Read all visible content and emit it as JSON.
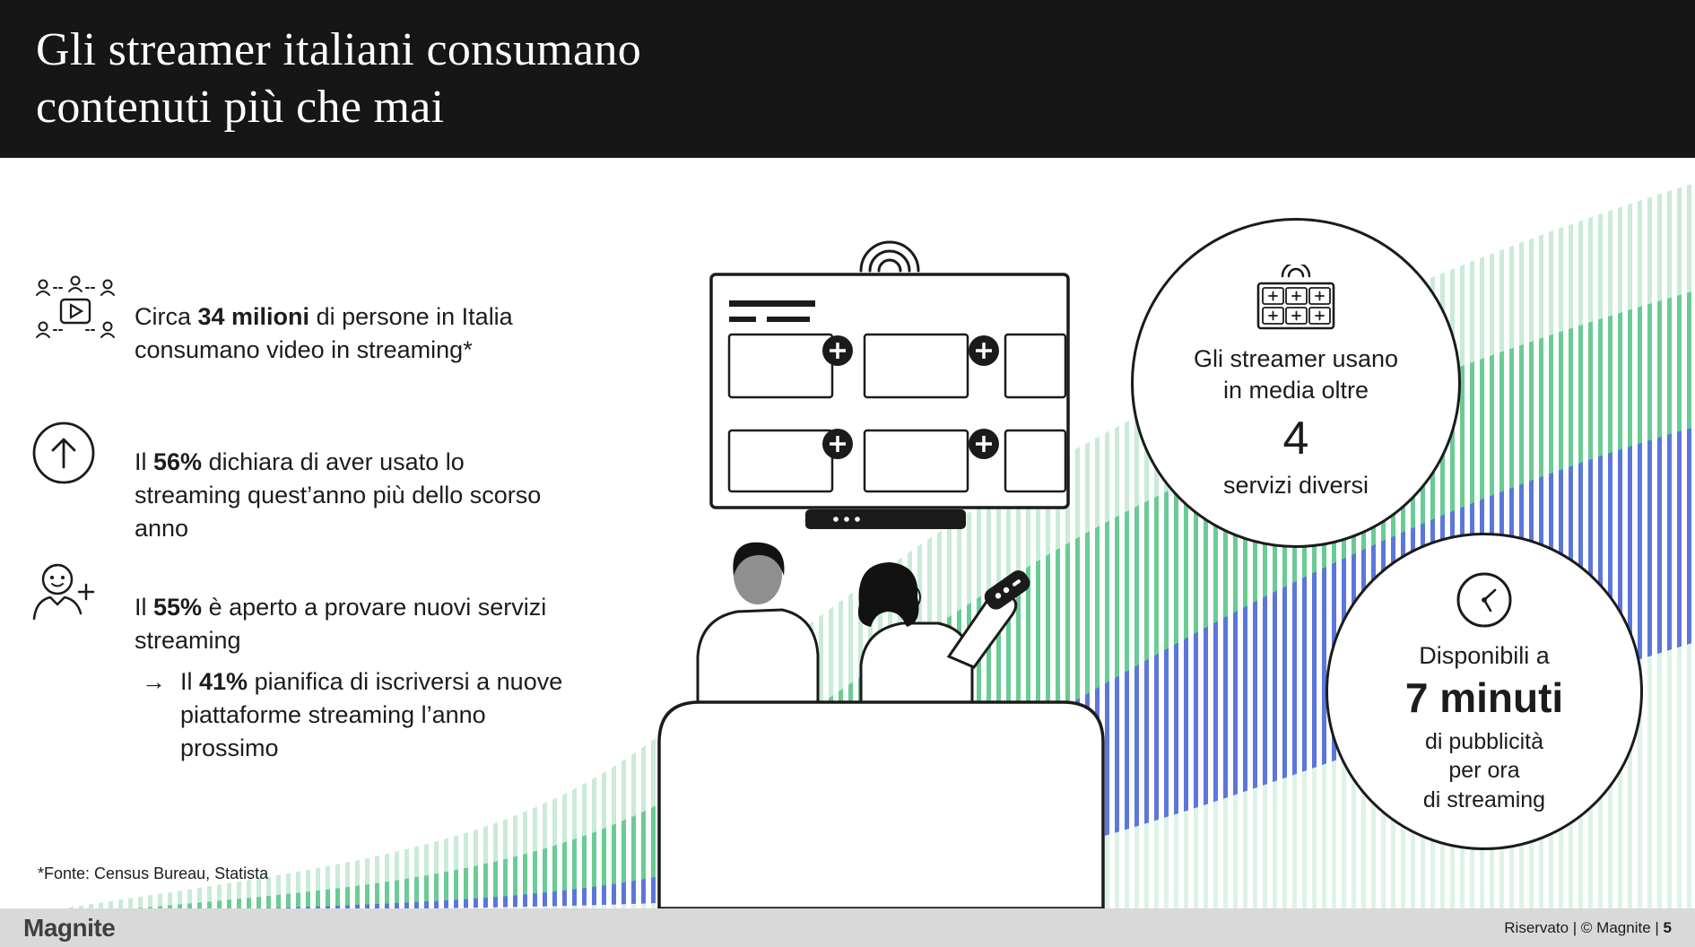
{
  "colors": {
    "header_bg": "#161616",
    "ink": "#1c1c1c",
    "footer_bg": "#d9d9d9",
    "stripe_pale": "#c9ebd8",
    "stripe_green": "#5fc88c",
    "stripe_blue": "#5b6ee1",
    "stripe_pale2": "#def3e7"
  },
  "header": {
    "line1": "Gli streamer italiani consumano",
    "line2": "contenuti più che mai"
  },
  "stats": {
    "s1": {
      "pre": "Circa ",
      "bold": "34 milioni",
      "post": " di persone in Italia consumano video in streaming*"
    },
    "s2": {
      "pre": "Il ",
      "bold": "56%",
      "post": " dichiara di aver usato lo streaming quest’anno più dello scorso anno"
    },
    "s3": {
      "pre": "Il ",
      "bold": "55%",
      "post": " è aperto a provare nuovi servizi streaming"
    },
    "s4": {
      "arrow": "→",
      "pre": "Il ",
      "bold": "41%",
      "post": " pianifica di iscriversi a nuove piattaforme streaming l’anno prossimo"
    }
  },
  "circles": {
    "services": {
      "line1": "Gli streamer usano",
      "line2": "in media oltre",
      "value": "4",
      "line3": "servizi diversi"
    },
    "minutes": {
      "line1": "Disponibili a",
      "value": "7 minuti",
      "line2": "di pubblicità",
      "line3": "per ora",
      "line4": "di streaming"
    }
  },
  "footnote": "*Fonte: Census Bureau, Statista",
  "footer": {
    "logo": "Magnite",
    "rights": "Riservato | © Magnite | ",
    "page": "5"
  }
}
